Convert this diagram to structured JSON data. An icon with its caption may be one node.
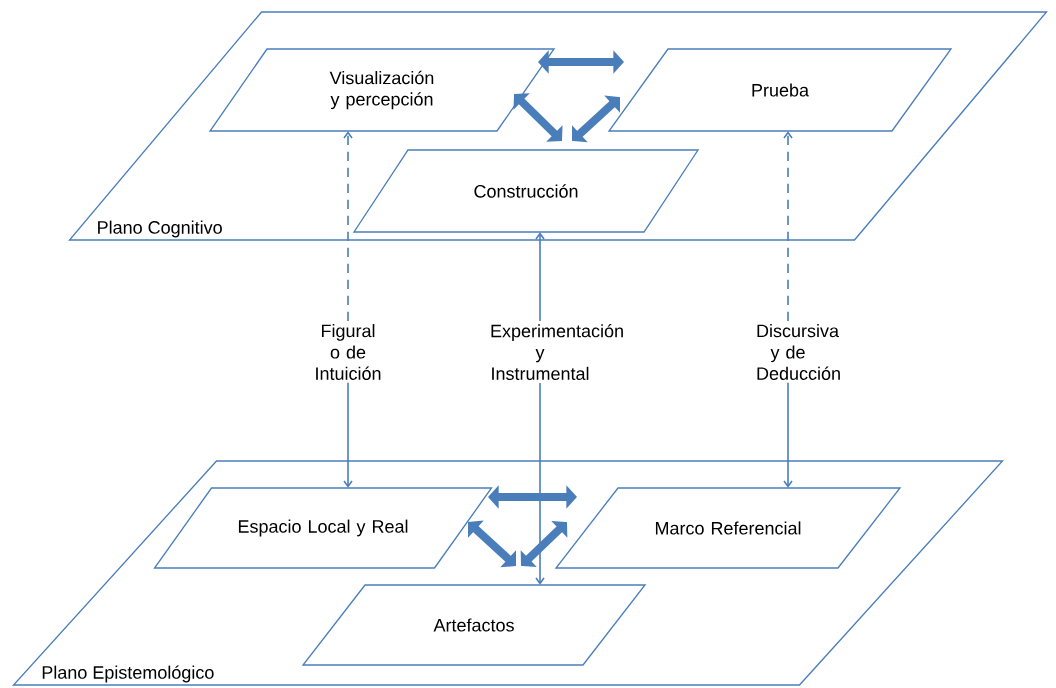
{
  "diagram": {
    "nodes": [
      {
        "text": [
          "Plano Cognitivo"
        ]
      },
      {
        "text": [
          "Visualización y percepción"
        ],
        "in": 0
      },
      {
        "text": [
          "Prueba"
        ],
        "in": 0
      },
      {
        "text": [
          "Construcción"
        ],
        "in": 0
      },
      {
        "text": [
          "Figural o de Intuición"
        ]
      },
      {
        "text": [
          "Experimentación y Instrumental"
        ]
      },
      {
        "text": [
          "Discursiva y de Deducción"
        ]
      },
      {
        "text": [
          "Plano Epistemológico"
        ]
      },
      {
        "text": [
          "Espacio Local y Real"
        ],
        "in": 7
      },
      {
        "text": [
          "Marco Referencial"
        ],
        "in": 7
      },
      {
        "text": [
          "Artefactos"
        ],
        "in": 7
      }
    ],
    "edges": [
      {
        "from": 1,
        "to": 2,
        "arrow": "both",
        "style": "thick"
      },
      {
        "from": 1,
        "to": 3,
        "arrow": "both",
        "style": "thick"
      },
      {
        "from": 2,
        "to": 3,
        "arrow": "both",
        "style": "thick"
      },
      {
        "from": 4,
        "to": 1,
        "arrow": "to",
        "style": "dashed"
      },
      {
        "from": 5,
        "to": 3,
        "arrow": "to"
      },
      {
        "from": 6,
        "to": 2,
        "arrow": "to",
        "style": "dashed"
      },
      {
        "from": 4,
        "to": 8,
        "arrow": "to"
      },
      {
        "from": 5,
        "to": 10,
        "arrow": "to"
      },
      {
        "from": 6,
        "to": 9,
        "arrow": "to"
      },
      {
        "from": 8,
        "to": 9,
        "arrow": "both",
        "style": "thick"
      },
      {
        "from": 8,
        "to": 10,
        "arrow": "both",
        "style": "thick"
      },
      {
        "from": 9,
        "to": 10,
        "arrow": "both",
        "style": "thick"
      }
    ]
  }
}
